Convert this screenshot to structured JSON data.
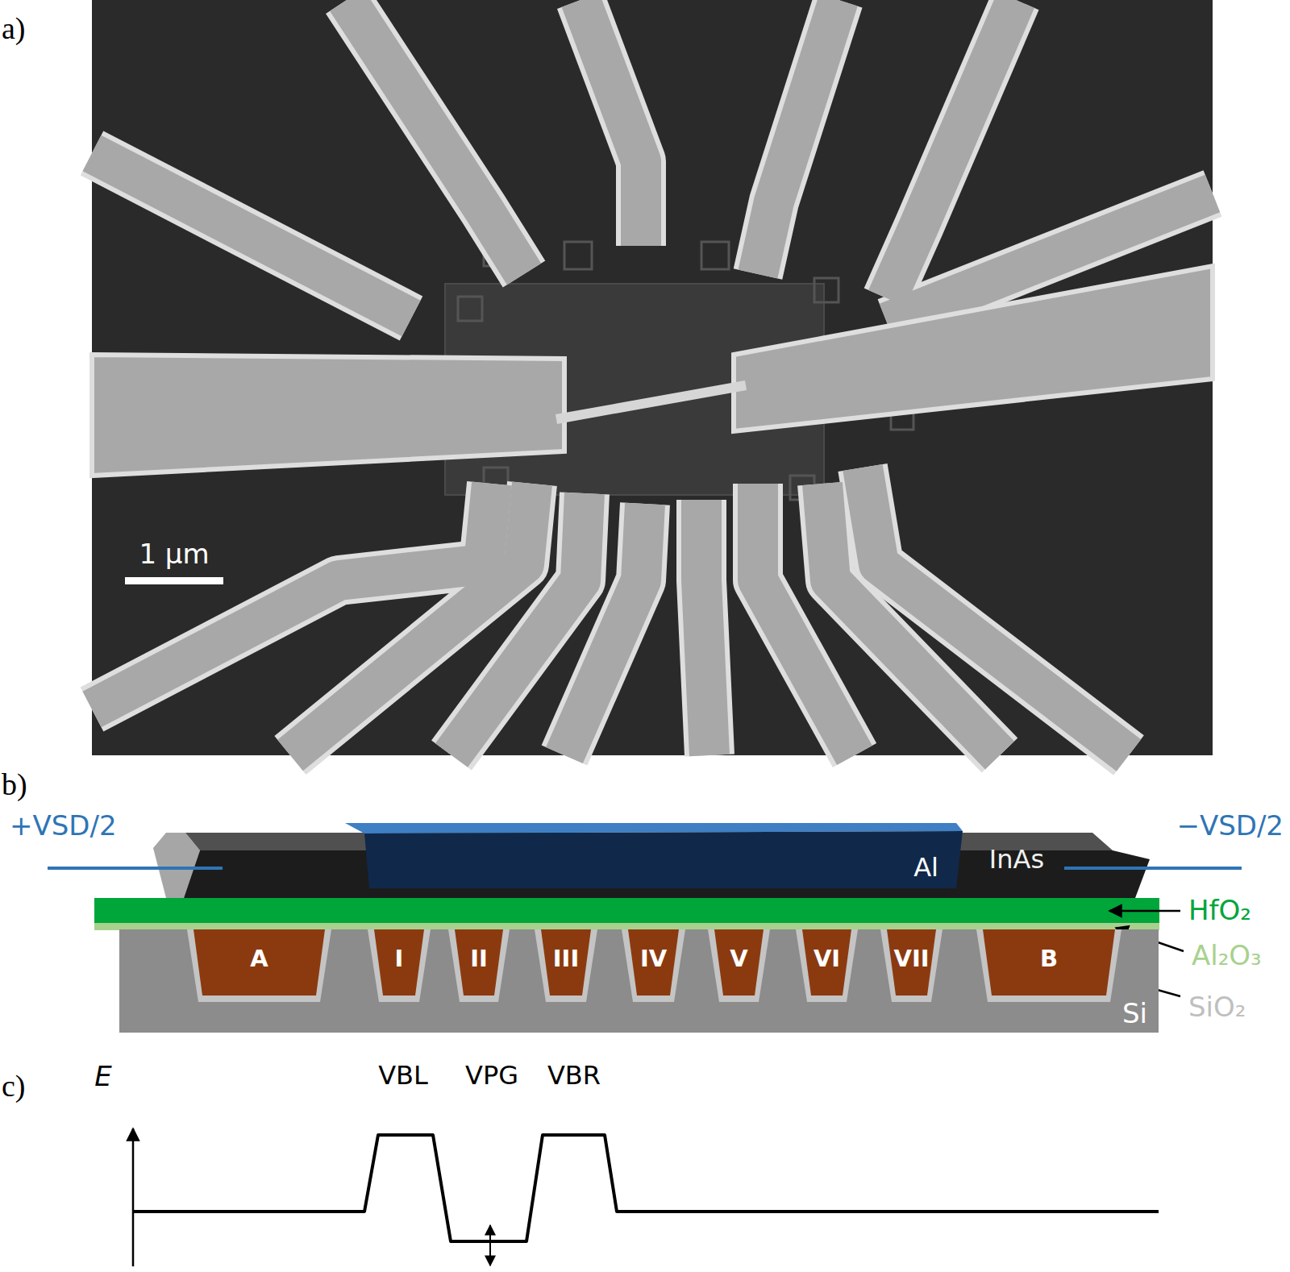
{
  "diagram": {
    "nodes": [
      {
        "text": [
          "InAs"
        ]
      },
      {
        "text": [
          "Al"
        ]
      },
      {
        "text": [
          "Si"
        ]
      },
      {
        "text": [
          "A"
        ],
        "in": 2
      },
      {
        "text": [
          "I"
        ],
        "in": 2
      },
      {
        "text": [
          "II"
        ],
        "in": 2
      },
      {
        "text": [
          "III"
        ],
        "in": 2
      },
      {
        "text": [
          "IV"
        ],
        "in": 2
      },
      {
        "text": [
          "V"
        ],
        "in": 2
      },
      {
        "text": [
          "VI"
        ],
        "in": 2
      },
      {
        "text": [
          "VII"
        ],
        "in": 2
      },
      {
        "text": [
          "B"
        ],
        "in": 2
      }
    ],
    "labels": [
      "a)",
      "1 µm",
      "b)",
      "+VSD/2",
      "−VSD/2",
      "HfO₂",
      "Al₂O₃",
      "SiO₂",
      "c)",
      "E",
      "VBL",
      "VPG",
      "VBR"
    ]
  }
}
